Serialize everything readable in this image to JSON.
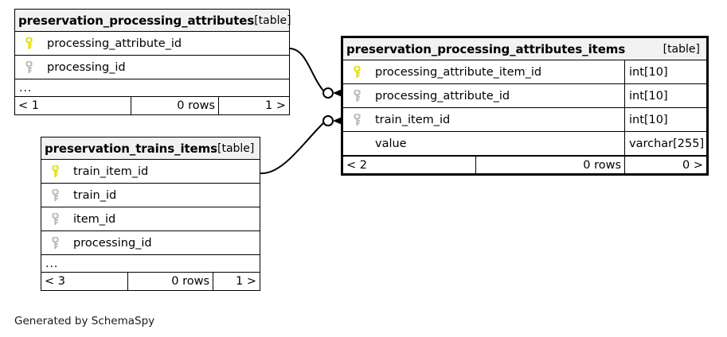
{
  "diagram": {
    "generator_note": "Generated by SchemaSpy",
    "kind_label": "[table]",
    "ellipsis": "...",
    "rows_label": "0 rows",
    "colors": {
      "primary_key": "#e8e800",
      "foreign_key": "#b3b3b3",
      "header_bg": "#f2f2f2",
      "border": "#000000",
      "background": "#ffffff"
    },
    "tables": [
      {
        "id": "preservation_processing_attributes",
        "name": "preservation_processing_attributes",
        "kind": "[table]",
        "focal": false,
        "columns": [
          {
            "name": "processing_attribute_id",
            "key": "primary",
            "type": ""
          },
          {
            "name": "processing_id",
            "key": "foreign",
            "type": ""
          }
        ],
        "has_ellipsis": true,
        "footer": {
          "prev": "< 1",
          "rows": "0 rows",
          "next": "1 >"
        }
      },
      {
        "id": "preservation_processing_attributes_items",
        "name": "preservation_processing_attributes_items",
        "kind": "[table]",
        "focal": true,
        "columns": [
          {
            "name": "processing_attribute_item_id",
            "key": "primary",
            "type": "int[10]"
          },
          {
            "name": "processing_attribute_id",
            "key": "foreign",
            "type": "int[10]"
          },
          {
            "name": "train_item_id",
            "key": "foreign",
            "type": "int[10]"
          },
          {
            "name": "value",
            "key": "none",
            "type": "varchar[255]"
          }
        ],
        "has_ellipsis": false,
        "footer": {
          "prev": "< 2",
          "rows": "0 rows",
          "next": "0 >"
        }
      },
      {
        "id": "preservation_trains_items",
        "name": "preservation_trains_items",
        "kind": "[table]",
        "focal": false,
        "columns": [
          {
            "name": "train_item_id",
            "key": "primary",
            "type": ""
          },
          {
            "name": "train_id",
            "key": "foreign",
            "type": ""
          },
          {
            "name": "item_id",
            "key": "foreign",
            "type": ""
          },
          {
            "name": "processing_id",
            "key": "foreign",
            "type": ""
          }
        ],
        "has_ellipsis": true,
        "footer": {
          "prev": "< 3",
          "rows": "0 rows",
          "next": "1 >"
        }
      }
    ],
    "relationships": [
      {
        "from_table": "preservation_processing_attributes",
        "from_column": "processing_attribute_id",
        "to_table": "preservation_processing_attributes_items",
        "to_column": "processing_attribute_id"
      },
      {
        "from_table": "preservation_trains_items",
        "from_column": "train_item_id",
        "to_table": "preservation_processing_attributes_items",
        "to_column": "train_item_id"
      }
    ]
  }
}
